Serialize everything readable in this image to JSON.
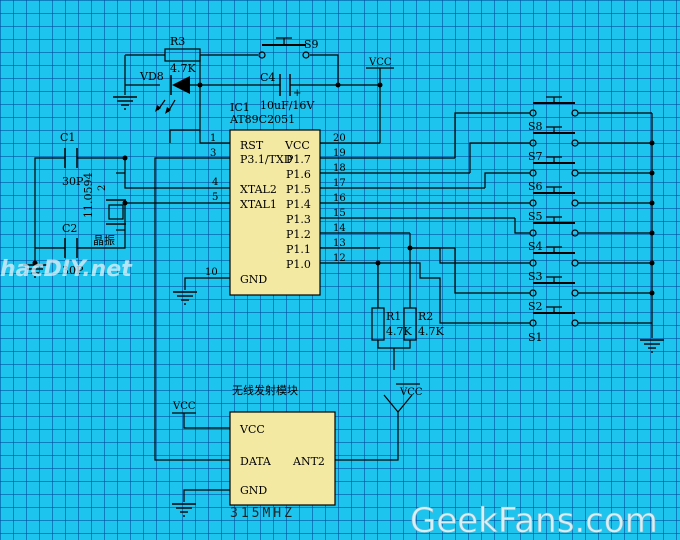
{
  "mcu": {
    "ref": "IC1",
    "part": "AT89C2051",
    "pins_left": [
      {
        "num": "1",
        "label": "RST"
      },
      {
        "num": "3",
        "label": "P3.1/TXD"
      },
      {
        "num": "4",
        "label": "XTAL2"
      },
      {
        "num": "5",
        "label": "XTAL1"
      },
      {
        "num": "10",
        "label": "GND"
      }
    ],
    "pins_right": [
      {
        "num": "20",
        "label": "VCC"
      },
      {
        "num": "19",
        "label": "P1.7"
      },
      {
        "num": "18",
        "label": "P1.6"
      },
      {
        "num": "17",
        "label": "P1.5"
      },
      {
        "num": "16",
        "label": "P1.4"
      },
      {
        "num": "15",
        "label": "P1.3"
      },
      {
        "num": "14",
        "label": "P1.2"
      },
      {
        "num": "13",
        "label": "P1.1"
      },
      {
        "num": "12",
        "label": "P1.0"
      }
    ]
  },
  "components": {
    "r3": "R3",
    "r3_value": "4.7K",
    "vd8": "VD8",
    "s9": "S9",
    "c4": "C4",
    "c4_value": "10uF/16V",
    "c1": "C1",
    "c1_value": "30P",
    "c2": "C2",
    "c2_value": "30P",
    "crystal": "晶振",
    "crystal_freq": "11.0594",
    "crystal_pin": "2",
    "r1": "R1",
    "r1_value": "4.7K",
    "r2": "R2",
    "r2_value": "4.7K"
  },
  "switches": [
    "S8",
    "S7",
    "S6",
    "S5",
    "S4",
    "S3",
    "S2",
    "S1"
  ],
  "power": {
    "vcc": "VCC"
  },
  "module": {
    "title": "无线发射模块",
    "pin_vcc": "VCC",
    "pin_data": "DATA",
    "pin_gnd": "GND",
    "pin_ant": "ANT2",
    "freq": "315MHZ"
  },
  "watermarks": {
    "left": "hacDIY.net",
    "bottom_right": "GeekFans.com"
  }
}
